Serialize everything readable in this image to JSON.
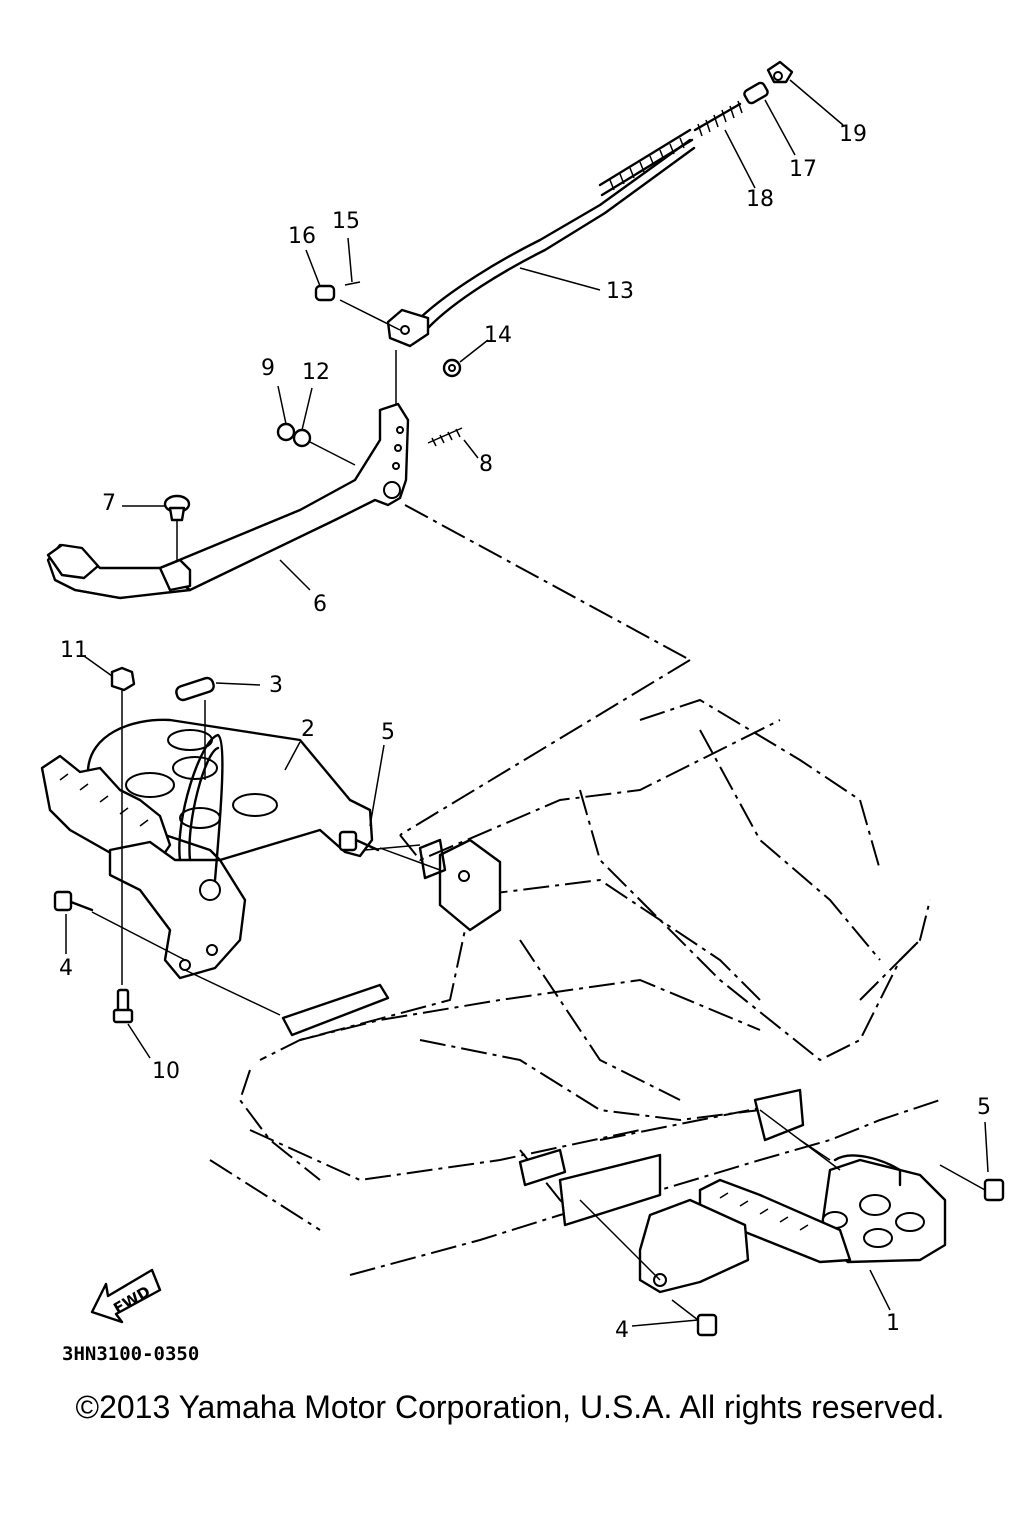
{
  "part_numbers": {
    "p1": "1",
    "p2": "2",
    "p3": "3",
    "p4a": "4",
    "p4b": "4",
    "p5a": "5",
    "p5b": "5",
    "p6": "6",
    "p7": "7",
    "p8": "8",
    "p9": "9",
    "p10": "10",
    "p11": "11",
    "p12": "12",
    "p13": "13",
    "p14": "14",
    "p15": "15",
    "p16": "16",
    "p17": "17",
    "p18": "18",
    "p19": "19"
  },
  "fwd_label": "FWD",
  "diagram_code": "3HN3100-0350",
  "copyright": "©2013 Yamaha Motor Corporation, U.S.A. All rights reserved."
}
